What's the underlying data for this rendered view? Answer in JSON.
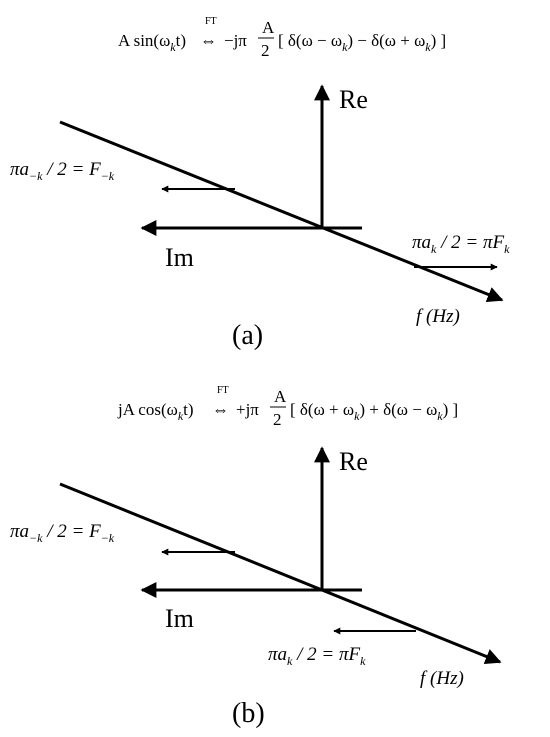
{
  "panel_a": {
    "equation_lhs": "A sin(ω",
    "equation_lhs_sub": "k",
    "equation_lhs_t": "t)",
    "ft_label": "FT",
    "equation_arrow": "⇔",
    "equation_coeff": "−jπ",
    "equation_frac_num": "A",
    "equation_frac_den": "2",
    "equation_rhs": "[ δ(ω − ω",
    "equation_rhs_sub1": "k",
    "equation_rhs_mid": ") − δ(ω + ω",
    "equation_rhs_sub2": "k",
    "equation_rhs_end": ") ]",
    "re_label": "Re",
    "im_label": "Im",
    "freq_label": "f (Hz)",
    "left_label_pre": "πa",
    "left_label_sub": "−k",
    "left_label_mid": " / 2 = F",
    "left_label_sub2": "−k",
    "right_label_pre": "πa",
    "right_label_sub": "k",
    "right_label_mid": " / 2 = πF",
    "right_label_sub2": "k",
    "caption": "(a)"
  },
  "panel_b": {
    "equation_lhs": "jA cos(ω",
    "equation_lhs_sub": "k",
    "equation_lhs_t": "t)",
    "ft_label": "FT",
    "equation_arrow": "⇔",
    "equation_coeff": "+jπ",
    "equation_frac_num": "A",
    "equation_frac_den": "2",
    "equation_rhs": "[ δ(ω + ω",
    "equation_rhs_sub1": "k",
    "equation_rhs_mid": ") + δ(ω − ω",
    "equation_rhs_sub2": "k",
    "equation_rhs_end": ") ]",
    "re_label": "Re",
    "im_label": "Im",
    "freq_label": "f (Hz)",
    "left_label_pre": "πa",
    "left_label_sub": "−k",
    "left_label_mid": " / 2 = F",
    "left_label_sub2": "−k",
    "right_label_pre": "πa",
    "right_label_sub": "k",
    "right_label_mid": " / 2 = πF",
    "right_label_sub2": "k",
    "caption": "(b)"
  }
}
